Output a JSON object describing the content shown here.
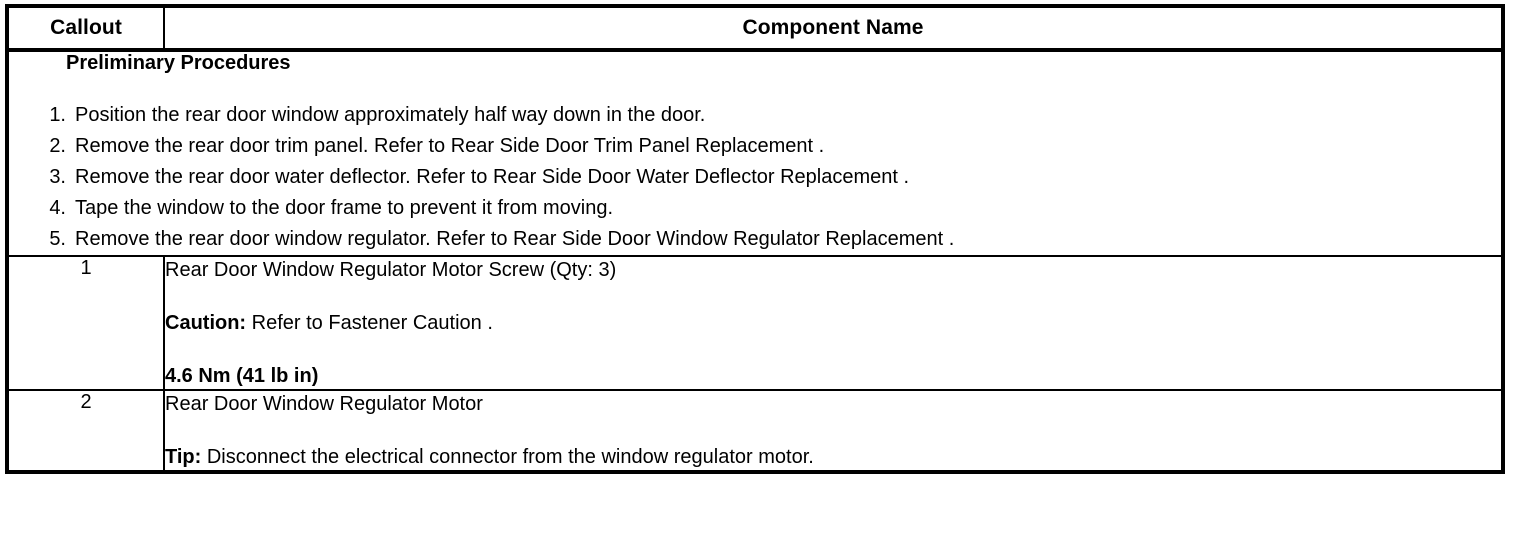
{
  "table": {
    "headers": {
      "callout": "Callout",
      "component_name": "Component Name"
    },
    "preliminary": {
      "title": "Preliminary Procedures",
      "steps": [
        {
          "num": "1.",
          "text": "Position the rear door window approximately half way down in the door."
        },
        {
          "num": "2.",
          "text": "Remove the rear door trim panel. Refer to Rear Side Door Trim Panel Replacement ."
        },
        {
          "num": "3.",
          "text": "Remove the rear door water deflector. Refer to Rear Side Door Water Deflector Replacement ."
        },
        {
          "num": "4.",
          "text": "Tape the window to the door frame to prevent it from moving."
        },
        {
          "num": "5.",
          "text": "Remove the rear door window regulator. Refer to Rear Side Door Window Regulator Replacement ."
        }
      ]
    },
    "rows": [
      {
        "callout": "1",
        "name": "Rear Door Window Regulator Motor Screw (Qty: 3)",
        "note_label": "Caution:",
        "note_text": " Refer to Fastener Caution .",
        "torque": "4.6 Nm (41 lb in)"
      },
      {
        "callout": "2",
        "name": "Rear Door Window Regulator Motor",
        "note_label": "Tip:",
        "note_text": " Disconnect the electrical connector from the window regulator motor."
      }
    ]
  }
}
